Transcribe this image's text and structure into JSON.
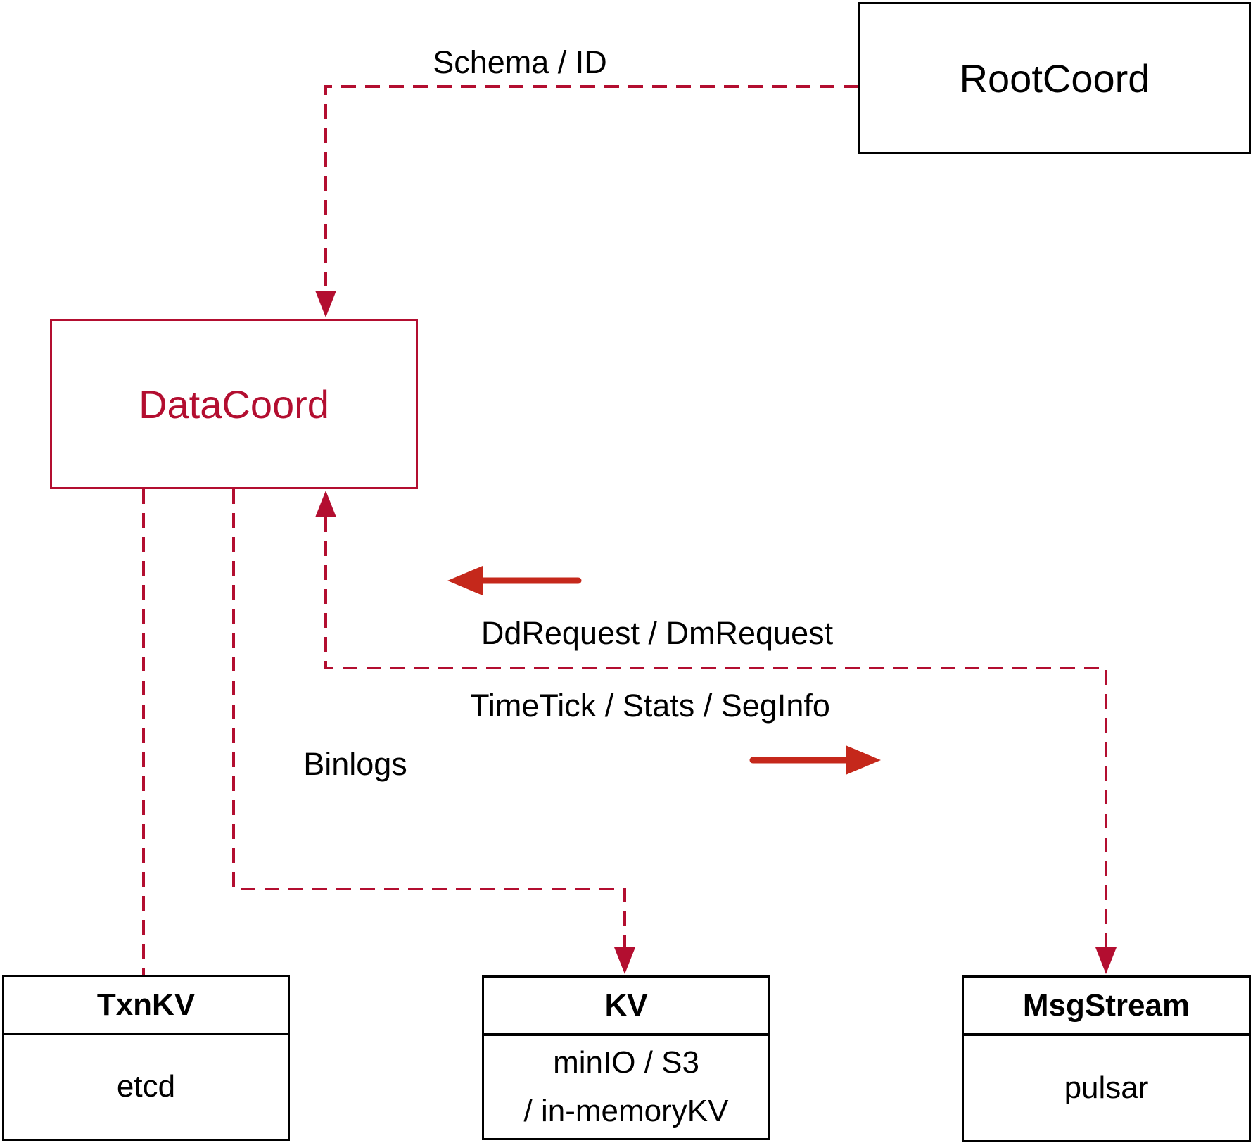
{
  "colors": {
    "crimson": "#b30e30",
    "arrow_red": "#c5281b",
    "ink": "#000000",
    "background": "#ffffff"
  },
  "nodes": {
    "rootcoord": {
      "label": "RootCoord"
    },
    "datacoord": {
      "label": "DataCoord"
    },
    "txnkv": {
      "title": "TxnKV",
      "body": "etcd"
    },
    "kv": {
      "title": "KV",
      "body_lines": [
        "minIO / S3",
        "/ in-memoryKV"
      ]
    },
    "msgstream": {
      "title": "MsgStream",
      "body": "pulsar"
    }
  },
  "edge_labels": {
    "schema_id": "Schema / ID",
    "dd_dm_request": "DdRequest / DmRequest",
    "timetick_stats_seginfo": "TimeTick / Stats / SegInfo",
    "binlogs": "Binlogs"
  }
}
